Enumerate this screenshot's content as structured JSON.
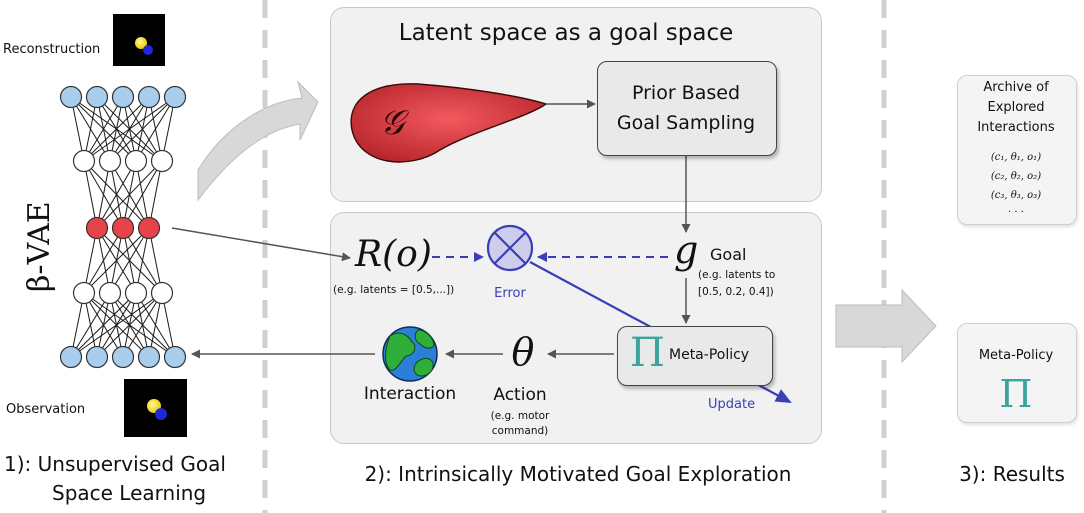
{
  "vae": {
    "label": "β-VAE",
    "reconstruction": "Reconstruction",
    "observation": "Observation"
  },
  "goal_space_panel": {
    "title": "Latent space as a goal space",
    "goal_symbol": "𝒢",
    "sampler_line1": "Prior Based",
    "sampler_line2": "Goal Sampling"
  },
  "exploration_panel": {
    "reward": "R(o)",
    "reward_example": "(e.g.  latents = [0.5,...])",
    "error": "Error",
    "goal_symbol": "g",
    "goal_label": "Goal",
    "goal_example_line1": "(e.g.  latents to",
    "goal_example_line2": "[0.5, 0.2, 0.4])",
    "policy_symbol": "Π",
    "policy_label": "Meta-Policy",
    "update": "Update",
    "action_symbol": "θ",
    "action_label": "Action",
    "action_example_line1": "(e.g. motor",
    "action_example_line2": "command)",
    "interaction_label": "Interaction"
  },
  "results": {
    "archive_line1": "Archive of",
    "archive_line2": "Explored",
    "archive_line3": "Interactions",
    "archive_entries": [
      "(c₁, θ₁, o₁)",
      "(c₂, θ₂, o₂)",
      "(c₃, θ₃, o₃)",
      ". . ."
    ],
    "policy_label": "Meta-Policy",
    "policy_symbol": "Π"
  },
  "captions": {
    "section1_line1": "1): Unsupervised Goal",
    "section1_line2": "Space Learning",
    "section2": "2): Intrinsically Motivated Goal Exploration",
    "section3": "3): Results"
  },
  "colors": {
    "encoder_node": "#a9cdec",
    "latent_node": "#e8434a",
    "goal_blob": "#cc3036",
    "arrow_blue": "#3a3fb4",
    "policy_symbol": "#3aa59c",
    "arrow_gray": "#555555"
  }
}
